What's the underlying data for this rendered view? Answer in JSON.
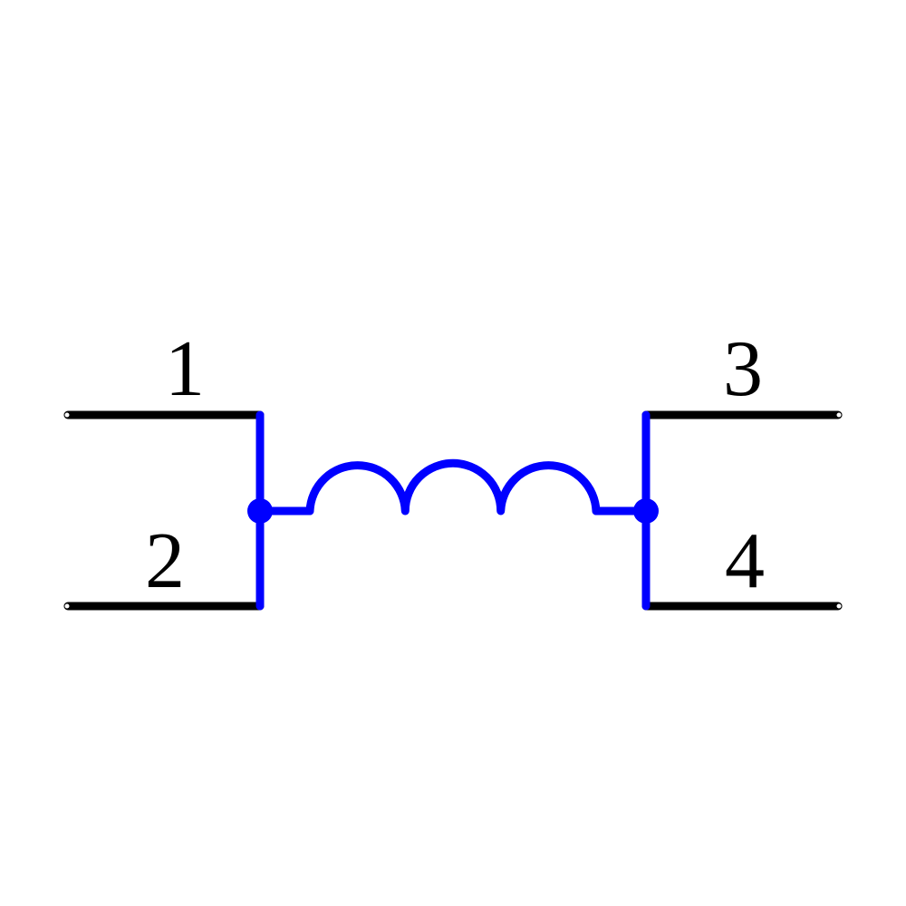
{
  "diagram": {
    "type": "schematic-symbol",
    "component": "inductor",
    "colors": {
      "background": "#ffffff",
      "body": "#0000ff",
      "pins": "#000000"
    },
    "pins": [
      {
        "label": "1",
        "side": "left",
        "position": "top"
      },
      {
        "label": "2",
        "side": "left",
        "position": "bottom"
      },
      {
        "label": "3",
        "side": "right",
        "position": "top"
      },
      {
        "label": "4",
        "side": "right",
        "position": "bottom"
      }
    ],
    "coil_turns": 3,
    "junctions": 2
  }
}
